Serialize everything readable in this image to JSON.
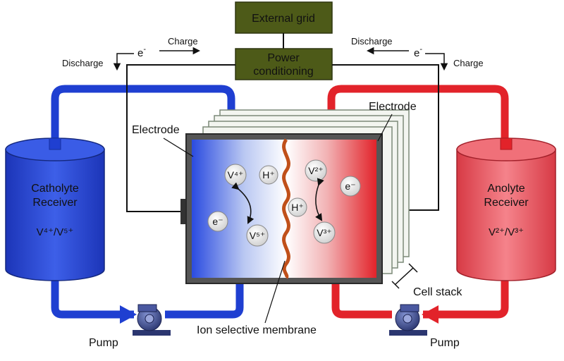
{
  "grid": {
    "external": "External grid",
    "power_line1": "Power",
    "power_line2": "conditioning"
  },
  "flow": {
    "left_charge": "Charge",
    "left_discharge": "Discharge",
    "right_charge": "Charge",
    "right_discharge": "Discharge",
    "electron": "e",
    "electron_sup": "-"
  },
  "labels": {
    "electrode_left": "Electrode",
    "electrode_right": "Electrode",
    "membrane": "Ion selective membrane",
    "cell_stack": "Cell stack",
    "pump_left": "Pump",
    "pump_right": "Pump"
  },
  "tanks": {
    "catholyte_line1": "Catholyte",
    "catholyte_line2": "Receiver",
    "catholyte_couple": "V⁴⁺/V⁵⁺",
    "anolyte_line1": "Anolyte",
    "anolyte_line2": "Receiver",
    "anolyte_couple": "V²⁺/V³⁺"
  },
  "ions": {
    "v4": "V⁴⁺",
    "v5": "V⁵⁺",
    "h_left": "H⁺",
    "h_mid": "H⁺",
    "v2": "V²⁺",
    "v3": "V³⁺",
    "e_left": "e⁻",
    "e_right": "e⁻"
  },
  "colors": {
    "catholyte": "#1f3fd1",
    "anolyte": "#e2232a",
    "grid_box": "#4d5a18",
    "membrane": "#c0501a"
  }
}
